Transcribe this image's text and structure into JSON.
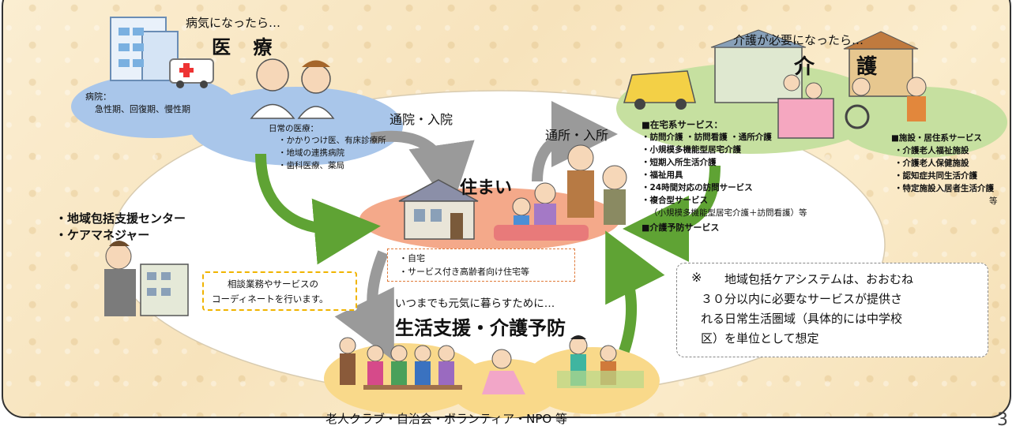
{
  "iryo": {
    "heading": "病気になったら…",
    "title": "医 療",
    "hospital_lines": [
      "病院：",
      "急性期、回復期、慢性期"
    ],
    "daily_lines": [
      "日常の医療：",
      "・かかりつけ医、有床診療所",
      "・地域の連携病院",
      "・歯科医療、薬局"
    ]
  },
  "arrow_labels": {
    "tsuin": "通院・入院",
    "tsusho": "通所・入所"
  },
  "kaigo": {
    "heading": "介護が必要になったら…",
    "title": "介 護",
    "home_lines": [
      "■在宅系サービス：",
      "・訪問介護 ・訪問看護 ・通所介護",
      "・小規模多機能型居宅介護",
      "・短期入所生活介護",
      "・福祉用具",
      "・24時間対応の訪問サービス",
      "・複合型サービス",
      "（小規模多機能型居宅介護＋訪問看護）等",
      "■介護予防サービス"
    ],
    "facility_lines": [
      "■施設・居住系サービス",
      "・介護老人福祉施設",
      "・介護老人保健施設",
      "・認知症共同生活介護",
      "・特定施設入居者生活介護",
      "等"
    ]
  },
  "sumai": {
    "title": "住まい",
    "lines": [
      "・自宅",
      "・サービス付き高齢者向け住宅等"
    ]
  },
  "center": {
    "lines": [
      "・地域包括支援センター",
      "・ケアマネジャー"
    ]
  },
  "consult": {
    "lines": [
      "相談業務やサービスの",
      "コーディネートを行います。"
    ]
  },
  "seikatsu": {
    "heading": "いつまでも元気に暮らすために…",
    "title": "生活支援・介護予防",
    "footer": "老人クラブ・自治会・ボランティア・NPO 等"
  },
  "note": {
    "mark": "※",
    "lines": [
      "地域包括ケアシステムは、おおむね",
      "３０分以内に必要なサービスが提供さ",
      "れる日常生活圏域（具体的には中学校",
      "区）を単位として想定"
    ]
  },
  "page_number": "3",
  "colors": {
    "medical": "#a9c6ea",
    "care": "#c6e0a0",
    "housing": "#f4a98a",
    "support": "#f9d98a",
    "arrow": "#5fa334",
    "gray_arrow": "#9a9a9a"
  }
}
